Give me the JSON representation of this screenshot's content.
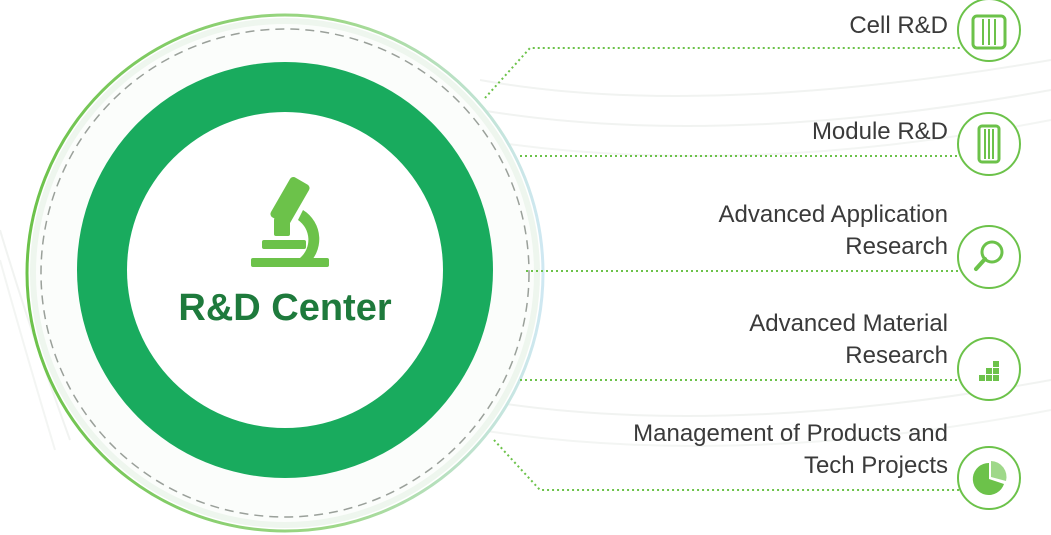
{
  "center": {
    "title": "R&D Center",
    "icon": "microscope-icon"
  },
  "colors": {
    "primary_green": "#19ab5e",
    "accent_green": "#6cc24a",
    "title_green": "#1e7a3c",
    "label_gray": "#3a3a3a"
  },
  "items": [
    {
      "lines": [
        "Cell R&D"
      ],
      "icon": "solar-cell-icon"
    },
    {
      "lines": [
        "Module R&D"
      ],
      "icon": "solar-module-icon"
    },
    {
      "lines": [
        "Advanced Application",
        "Research"
      ],
      "icon": "magnifier-icon"
    },
    {
      "lines": [
        "Advanced Material",
        "Research"
      ],
      "icon": "material-grid-icon"
    },
    {
      "lines": [
        "Management of Products and",
        "Tech Projects"
      ],
      "icon": "pie-chart-icon"
    }
  ]
}
